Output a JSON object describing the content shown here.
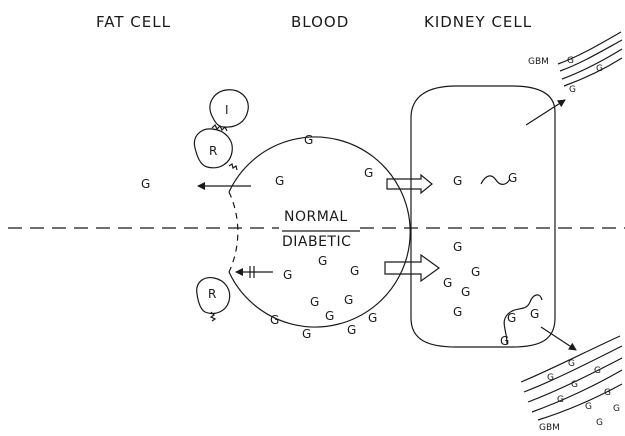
{
  "headers": {
    "fat_cell": "FAT CELL",
    "blood": "BLOOD",
    "kidney_cell": "KIDNEY CELL"
  },
  "divider": {
    "normal": "NORMAL",
    "diabetic": "DIABETIC"
  },
  "glucose_symbol": "G",
  "insulin_symbol": "I",
  "receptor_symbol": "R",
  "gbm_label": "GBM"
}
